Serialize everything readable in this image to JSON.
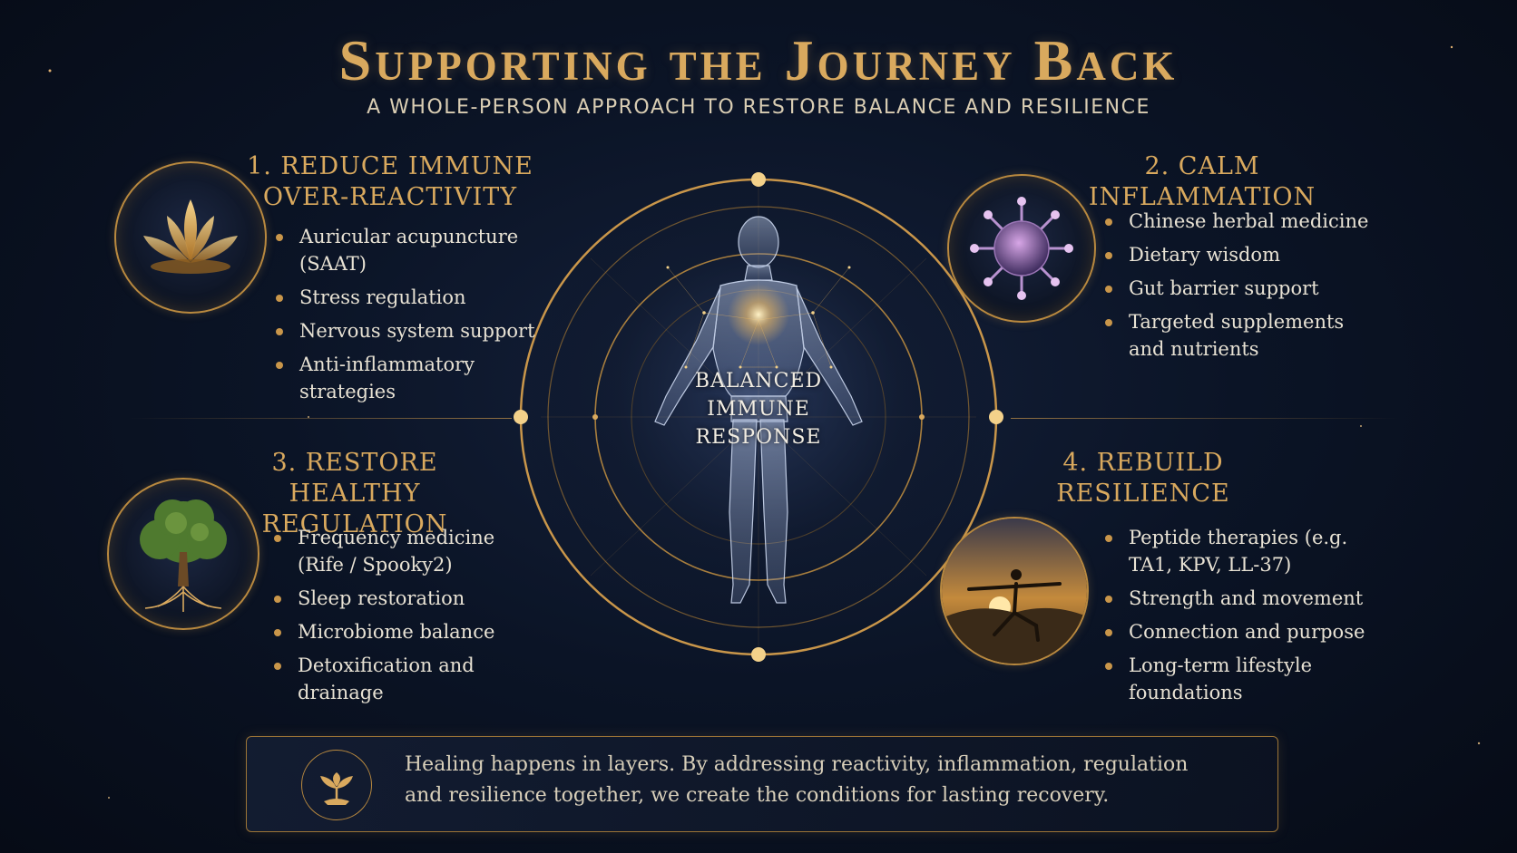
{
  "header": {
    "title": "Supporting the Journey Back",
    "subtitle": "A WHOLE-PERSON APPROACH TO RESTORE BALANCE AND RESILIENCE"
  },
  "center": {
    "label_line1": "BALANCED",
    "label_line2": "IMMUNE",
    "label_line3": "RESPONSE"
  },
  "sections": [
    {
      "title_line1": "1. REDUCE IMMUNE",
      "title_line2": "OVER-REACTIVITY",
      "icon": "lotus-icon",
      "items": [
        "Auricular acupuncture (SAAT)",
        "Stress regulation",
        "Nervous system support",
        "Anti-inflammatory strategies"
      ]
    },
    {
      "title_line1": "2. CALM INFLAMMATION",
      "title_line2": "",
      "icon": "virus-icon",
      "items": [
        "Chinese herbal medicine",
        "Dietary wisdom",
        "Gut barrier support",
        "Targeted supplements and nutrients"
      ]
    },
    {
      "title_line1": "3. RESTORE HEALTHY",
      "title_line2": "REGULATION",
      "icon": "tree-icon",
      "items": [
        "Frequency medicine (Rife / Spooky2)",
        "Sleep restoration",
        "Microbiome balance",
        "Detoxification and drainage"
      ]
    },
    {
      "title_line1": "4. REBUILD",
      "title_line2": "RESILIENCE",
      "icon": "yoga-pose-icon",
      "items": [
        "Peptide therapies (e.g. TA1, KPV, LL-37)",
        "Strength and movement",
        "Connection and purpose",
        "Long-term lifestyle foundations"
      ]
    }
  ],
  "footer": {
    "icon": "sprout-icon",
    "text": "Healing happens in layers. By addressing reactivity, inflammation, regulation and resilience together, we create the conditions for lasting recovery."
  },
  "colors": {
    "accent_gold": "#d9a95e",
    "background": "#0b1426",
    "text": "#e8e2d4"
  }
}
